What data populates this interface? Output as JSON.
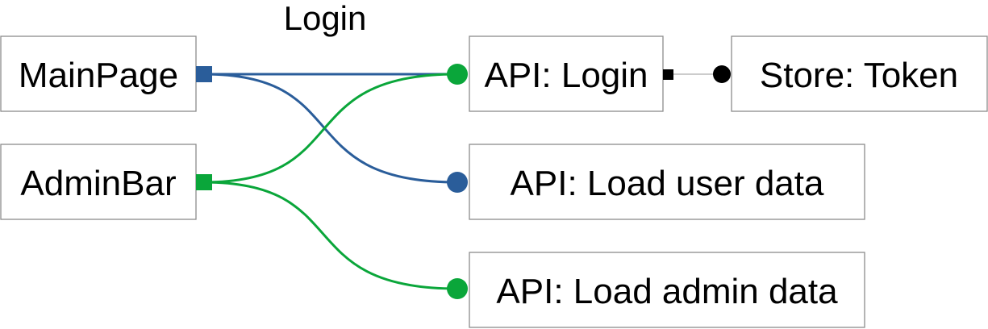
{
  "title": "Login",
  "nodes": {
    "main_page": "MainPage",
    "admin_bar": "AdminBar",
    "api_login": "API: Login",
    "store_token": "Store: Token",
    "api_load_user": "API: Load user data",
    "api_load_admin": "API: Load admin data"
  },
  "colors": {
    "blue": "#2a5d9a",
    "green": "#0aa63a",
    "black": "#000000",
    "box_border": "#8c8c8c"
  }
}
